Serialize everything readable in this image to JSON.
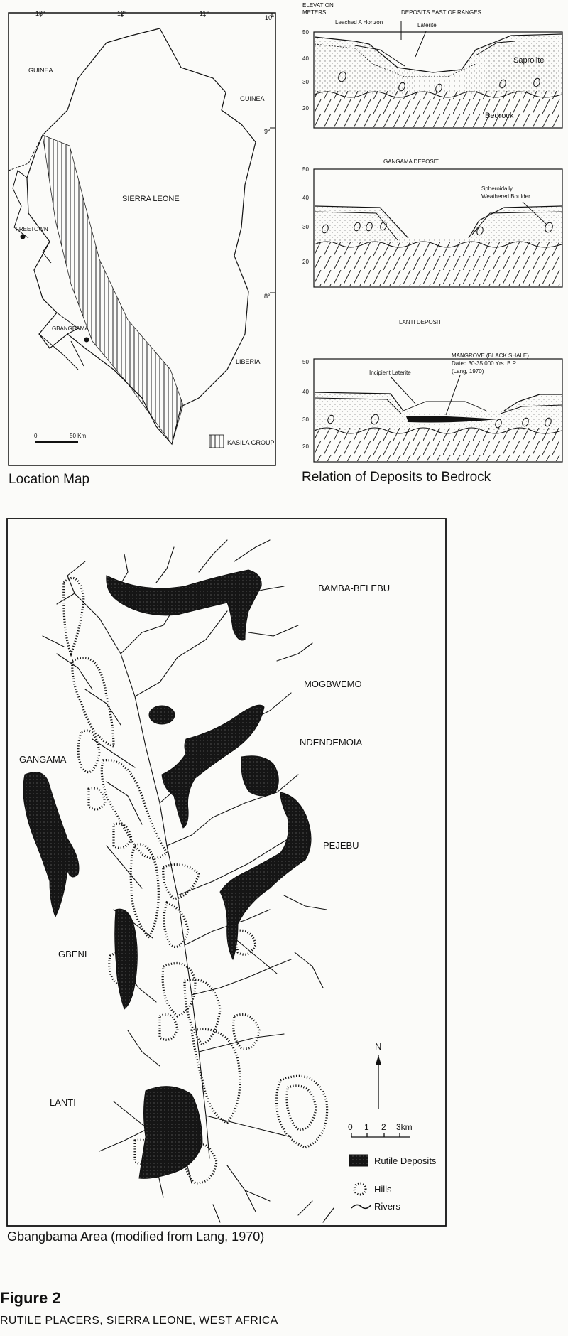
{
  "location_map": {
    "caption": "Location Map",
    "longitudes": [
      "13°",
      "12°",
      "11°",
      "10°"
    ],
    "latitudes": [
      "9°",
      "8°"
    ],
    "labels": {
      "guinea_west": "GUINEA",
      "guinea_east": "GUINEA",
      "country": "SIERRA LEONE",
      "capital": "FREETOWN",
      "site": "GBANGBAMA",
      "liberia": "LIBERIA"
    },
    "scale": {
      "zero": "0",
      "end": "50 Km"
    },
    "legend": "KASILA GROUP"
  },
  "sections": {
    "caption": "Relation of Deposits to Bedrock",
    "axis_title_line1": "ELEVATION",
    "axis_title_line2": "METERS",
    "ticks": [
      "50",
      "40",
      "30",
      "20"
    ],
    "panel1": {
      "title": "DEPOSITS EAST OF RANGES",
      "leached": "Leached A Horizon",
      "laterite": "Laterite",
      "saprolite": "Saprolite",
      "bedrock": "Bedrock"
    },
    "panel2": {
      "title": "GANGAMA DEPOSIT",
      "boulder_line1": "Spheroidally",
      "boulder_line2": "Weathered Boulder"
    },
    "panel3": {
      "title": "LANTI DEPOSIT",
      "mangrove_line1": "MANGROVE (BLACK SHALE)",
      "mangrove_line2": "Dated 30-35 000 Yrs. B.P.",
      "mangrove_line3": "(Lang, 1970)",
      "incipient": "Incipient Laterite"
    }
  },
  "area_map": {
    "caption": "Gbangbama Area (modified from Lang, 1970)",
    "places": {
      "bamba": "BAMBA-BELEBU",
      "mogbwemo": "MOGBWEMO",
      "ndendemoia": "NDENDEMOIA",
      "gangama": "GANGAMA",
      "pejebu": "PEJEBU",
      "gbeni": "GBENI",
      "lanti": "LANTI"
    },
    "north": "N",
    "scale": {
      "t0": "0",
      "t1": "1",
      "t2": "2",
      "t3": "3km"
    },
    "legend": {
      "rutile": "Rutile Deposits",
      "hills": "Hills",
      "rivers": "Rivers"
    }
  },
  "figure": {
    "title": "Figure 2",
    "subtitle": "RUTILE PLACERS, SIERRA LEONE, WEST AFRICA"
  }
}
